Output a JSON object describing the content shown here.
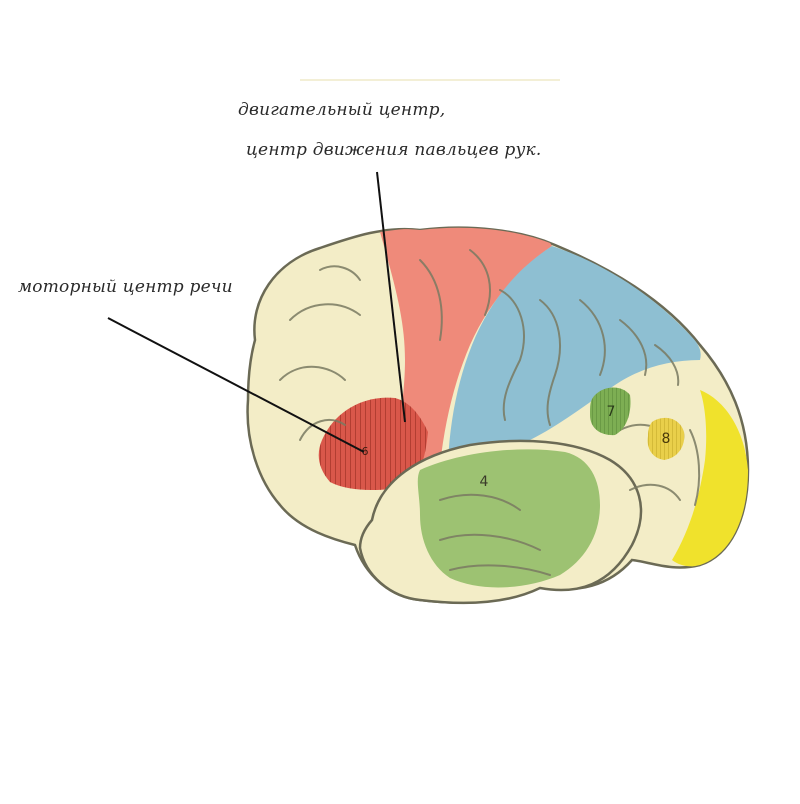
{
  "labels": {
    "motor_center_line1": "двигательный центр,",
    "motor_center_line2": "центр движения павльцев рук.",
    "speech_motor_center": "моторный центр речи"
  },
  "region_numbers": {
    "temporal": "4",
    "parietal_small": "7",
    "occipital_small": "8",
    "broca_area": "6"
  },
  "colors": {
    "cortex_base": "#f3edc7",
    "motor_red": "#ef8a7a",
    "broca_red": "#d9574a",
    "sensory_blue": "#8ebfd2",
    "temporal_green": "#9dc272",
    "occipital_yellow": "#f0e22c",
    "area7_green": "#7dae53",
    "area8_yellow": "#e9cf4a",
    "outline": "#5a5a4a",
    "pointer": "#111111"
  }
}
